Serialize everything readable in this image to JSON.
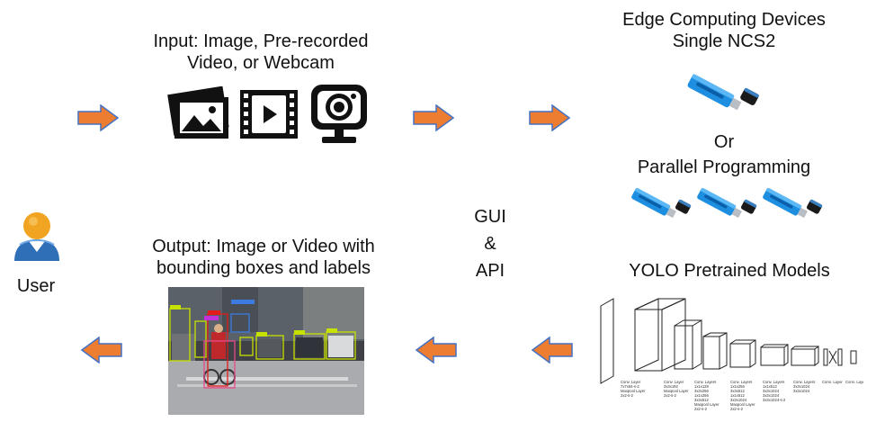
{
  "input": {
    "line1": "Input: Image, Pre-recorded",
    "line2": "Video, or Webcam",
    "icons": [
      "image-icon",
      "video-icon",
      "webcam-icon"
    ]
  },
  "edge": {
    "line1": "Edge Computing Devices",
    "line2": "Single NCS2",
    "or": "Or",
    "parallel": "Parallel Programming"
  },
  "yolo": {
    "title": "YOLO Pretrained Models"
  },
  "interface": {
    "gui": "GUI",
    "amp": "&",
    "api": "API"
  },
  "output": {
    "line1": "Output: Image or Video with",
    "line2": "bounding boxes and labels"
  },
  "user": {
    "label": "User"
  },
  "colors": {
    "arrow_fill": "#ED7D31",
    "arrow_stroke": "#4472C4",
    "stick_blue": "#1E8FE0",
    "cap": "#1A1A1A"
  }
}
